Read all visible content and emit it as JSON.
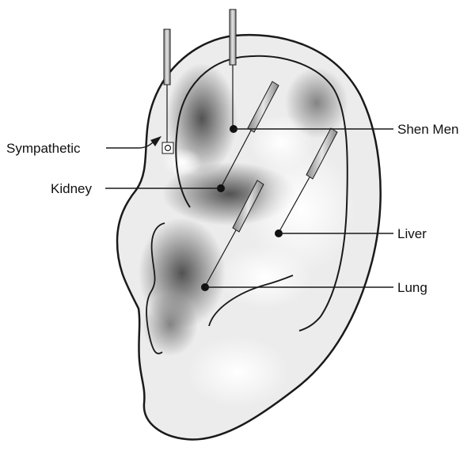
{
  "labels": {
    "sympathetic": "Sympathetic",
    "kidney": "Kidney",
    "shen_men": "Shen Men",
    "liver": "Liver",
    "lung": "Lung"
  },
  "colors": {
    "outline": "#1a1a1a",
    "ear_fill": "#efefef",
    "shadow": "#5a5a5a",
    "needle": "#b5b5b5"
  }
}
